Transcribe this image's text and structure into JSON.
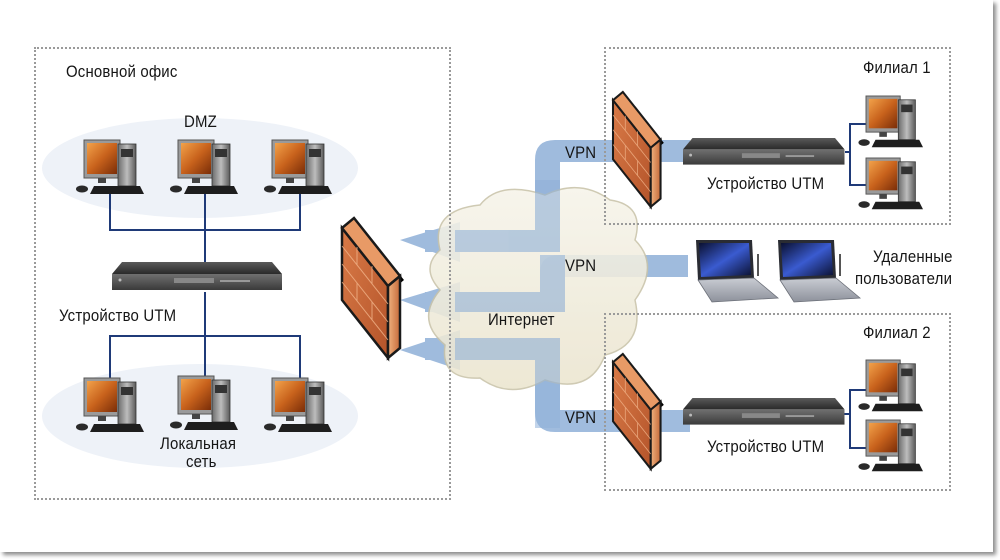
{
  "diagram": {
    "main_office": {
      "title": "Основной офис",
      "dmz_label": "DMZ",
      "dmz_computers": 3,
      "utm_label": "Устройство UTM",
      "lan_label_line1": "Локальная",
      "lan_label_line2": "сеть",
      "lan_computers": 3
    },
    "internet": {
      "label": "Интернет"
    },
    "vpn_links": [
      {
        "label": "VPN",
        "target": "Филиал 1"
      },
      {
        "label": "VPN",
        "target": "Удаленные пользователи"
      },
      {
        "label": "VPN",
        "target": "Филиал 2"
      }
    ],
    "branch1": {
      "title": "Филиал 1",
      "utm_label": "Устройство UTM",
      "computers": 2
    },
    "remote_users": {
      "label_line1": "Удаленные",
      "label_line2": "пользователи",
      "laptops": 2
    },
    "branch2": {
      "title": "Филиал 2",
      "utm_label": "Устройство UTM",
      "computers": 2
    },
    "colors": {
      "vpn_tunnel": "#8fb0d8",
      "wire": "#1f3a78",
      "cloud": "#f3efdf",
      "firewall_brick": "#c8683a",
      "zone_border": "#9a9a9a"
    }
  }
}
